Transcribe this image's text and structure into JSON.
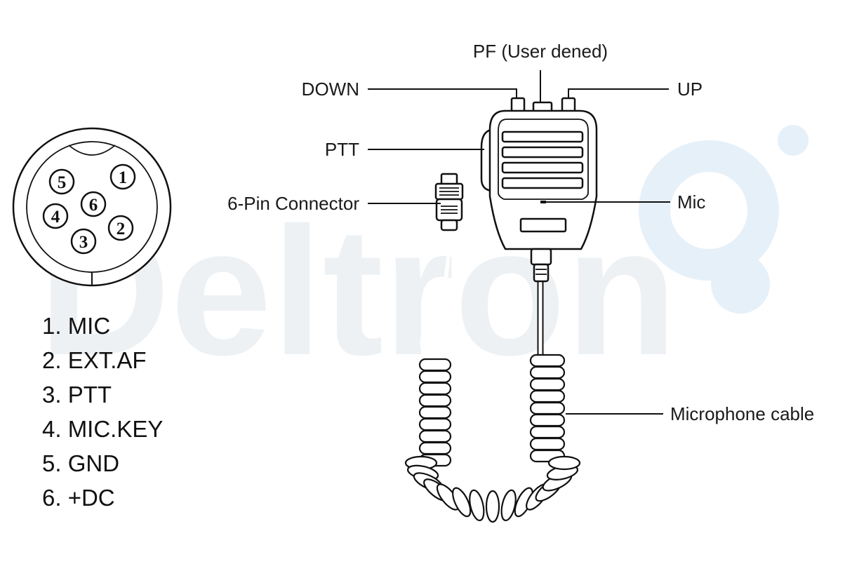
{
  "watermark": {
    "text": "Deltron",
    "color": "#eef1f4",
    "accent": "#e3eef8"
  },
  "connector": {
    "pins": [
      {
        "num": "1"
      },
      {
        "num": "2"
      },
      {
        "num": "3"
      },
      {
        "num": "4"
      },
      {
        "num": "5"
      },
      {
        "num": "6"
      }
    ]
  },
  "pin_list": [
    "1. MIC",
    "2. EXT.AF",
    "3. PTT",
    "4. MIC.KEY",
    "5. GND",
    "6. +DC"
  ],
  "callouts": {
    "pf": "PF (User dened)",
    "down": "DOWN",
    "up": "UP",
    "ptt": "PTT",
    "connector": "6-Pin Connector",
    "mic": "Mic",
    "cable": "Microphone cable"
  }
}
